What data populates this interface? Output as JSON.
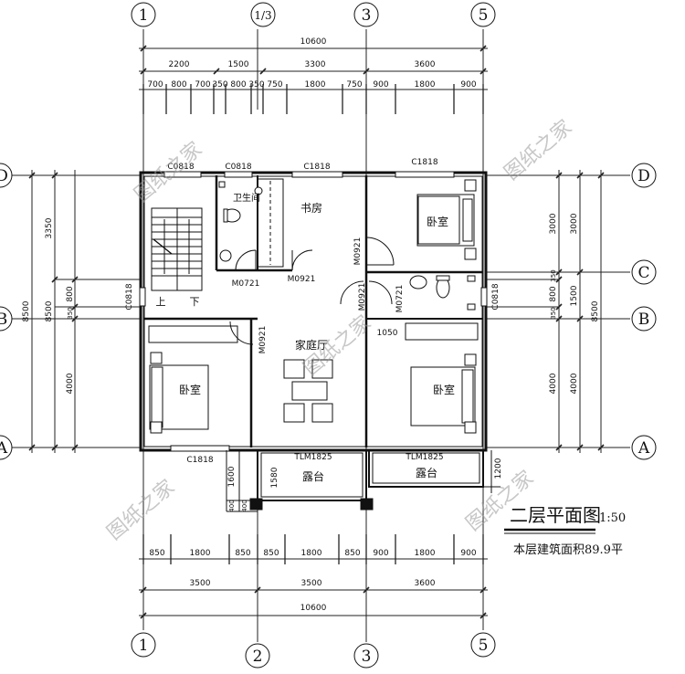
{
  "title": "二层平面图",
  "scale": "1:50",
  "area_note": "本层建筑面积89.9平",
  "watermark": "图纸之家",
  "axes": {
    "top": [
      "1",
      "1/3",
      "3",
      "5"
    ],
    "bottom": [
      "1",
      "2",
      "3",
      "5"
    ],
    "left": [
      "D",
      "B",
      "A"
    ],
    "right": [
      "D",
      "C",
      "B",
      "A"
    ]
  },
  "dims": {
    "top_total": "10600",
    "top_mid": [
      "2200",
      "1500",
      "3300",
      "3600"
    ],
    "top_detail": [
      "700",
      "800",
      "700",
      "350",
      "800",
      "350",
      "750",
      "1800",
      "750",
      "900",
      "1800",
      "900"
    ],
    "bottom_detail": [
      "850",
      "1800",
      "850",
      "850",
      "1800",
      "850",
      "900",
      "1800",
      "900"
    ],
    "bottom_mid": [
      "3500",
      "3500",
      "3600"
    ],
    "bottom_total": "10600",
    "left_outer": [
      "8500"
    ],
    "left_mid": [
      "3350",
      "8500"
    ],
    "left_detail": [
      "800",
      "350",
      "4000"
    ],
    "right_inner": [
      "3000",
      "350",
      "800",
      "350",
      "4000"
    ],
    "right_mid": [
      "3000",
      "1500",
      "4000"
    ],
    "right_outer": [
      "8500"
    ],
    "balcony": [
      "1600",
      "1580",
      "400",
      "400",
      "1200"
    ],
    "room_1050": "1050"
  },
  "rooms": {
    "bathroom1": "卫生间",
    "study": "书房",
    "bedroom_ne": "卧室",
    "family_room": "家庭厅",
    "bedroom_w": "卧室",
    "bedroom_e": "卧室",
    "balcony_w": "露台",
    "balcony_e": "露台"
  },
  "stairs": {
    "up": "上",
    "down": "下"
  },
  "openings": {
    "c0818_top": "C0818",
    "c0818_top2": "C0818",
    "c1818_study": "C1818",
    "c1818_ne": "C1818",
    "c0818_left": "C0818",
    "c0818_right": "C0818",
    "c1818_bottom": "C1818",
    "m0721": "M0721",
    "m0921_study": "M0921",
    "m0921_ne": "M0921",
    "m0921_w": "M0921",
    "m0921_c": "M0921",
    "m0721_e": "M0721",
    "tlm_w": "TLM1825",
    "tlm_e": "TLM1825"
  }
}
